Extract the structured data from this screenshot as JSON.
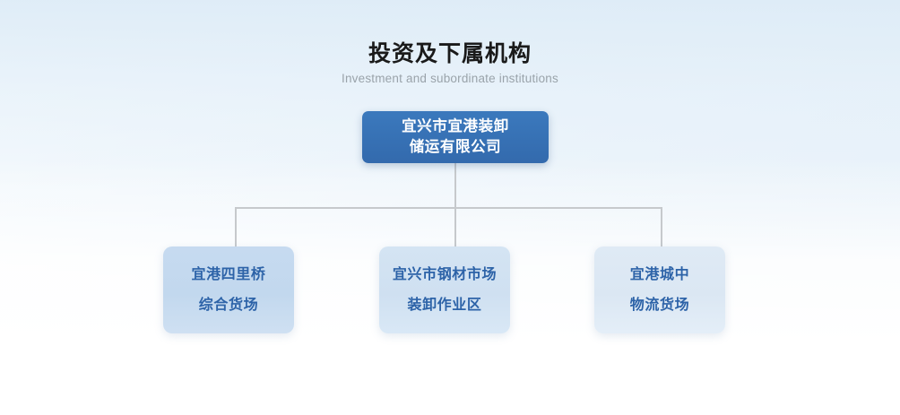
{
  "heading": {
    "title": "投资及下属机构",
    "subtitle": "Investment and subordinate institutions"
  },
  "org_chart": {
    "root": {
      "line1": "宜兴市宜港装卸",
      "line2": "储运有限公司",
      "full_name": "宜兴市宜港装卸储运有限公司"
    },
    "children": [
      {
        "line1": "宜港四里桥",
        "line2": "综合货场",
        "full_name": "宜港四里桥综合货场"
      },
      {
        "line1": "宜兴市钢材市场",
        "line2": "装卸作业区",
        "full_name": "宜兴市钢材市场装卸作业区"
      },
      {
        "line1": "宜港城中",
        "line2": "物流货场",
        "full_name": "宜港城中物流货场"
      }
    ]
  },
  "colors": {
    "root_box": "#3569ad",
    "root_text": "#ffffff",
    "child_text": "#2d63a8",
    "child_box_1": "#c4d9ee",
    "child_box_2": "#d2e2f2",
    "child_box_3": "#dde9f5",
    "connector_line": "#c6c9cc",
    "title_text": "#1a1a1a",
    "subtitle_text": "#9aa3aa",
    "background_top": "#e6f0f9",
    "background_bottom": "#ffffff"
  }
}
